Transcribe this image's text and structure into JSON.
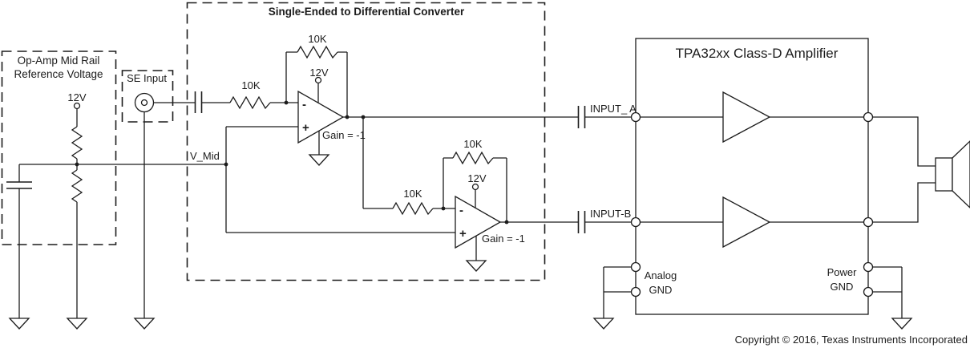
{
  "midrail": {
    "title1": "Op-Amp Mid Rail",
    "title2": "Reference Voltage",
    "supply": "12V"
  },
  "se": {
    "title": "SE Input"
  },
  "conv": {
    "title": "Single-Ended to Differential Converter",
    "vmid": "V_Mid",
    "a": {
      "rin": "10K",
      "rfb": "10K",
      "supply": "12V",
      "gain": "Gain = -1",
      "minus": "-",
      "plus": "+"
    },
    "b": {
      "rin": "10K",
      "rfb": "10K",
      "supply": "12V",
      "gain": "Gain = -1",
      "minus": "-",
      "plus": "+"
    }
  },
  "amp": {
    "title": "TPA32xx Class-D Amplifier",
    "input_a": "INPUT_ A",
    "input_b": "INPUT-B",
    "agnd1": "Analog",
    "agnd2": "GND",
    "pgnd1": "Power",
    "pgnd2": "GND"
  },
  "footer": {
    "copyright": "Copyright © 2016, Texas Instruments Incorporated"
  },
  "colors": {
    "line": "#1c1c1c",
    "bg": "#ffffff"
  }
}
